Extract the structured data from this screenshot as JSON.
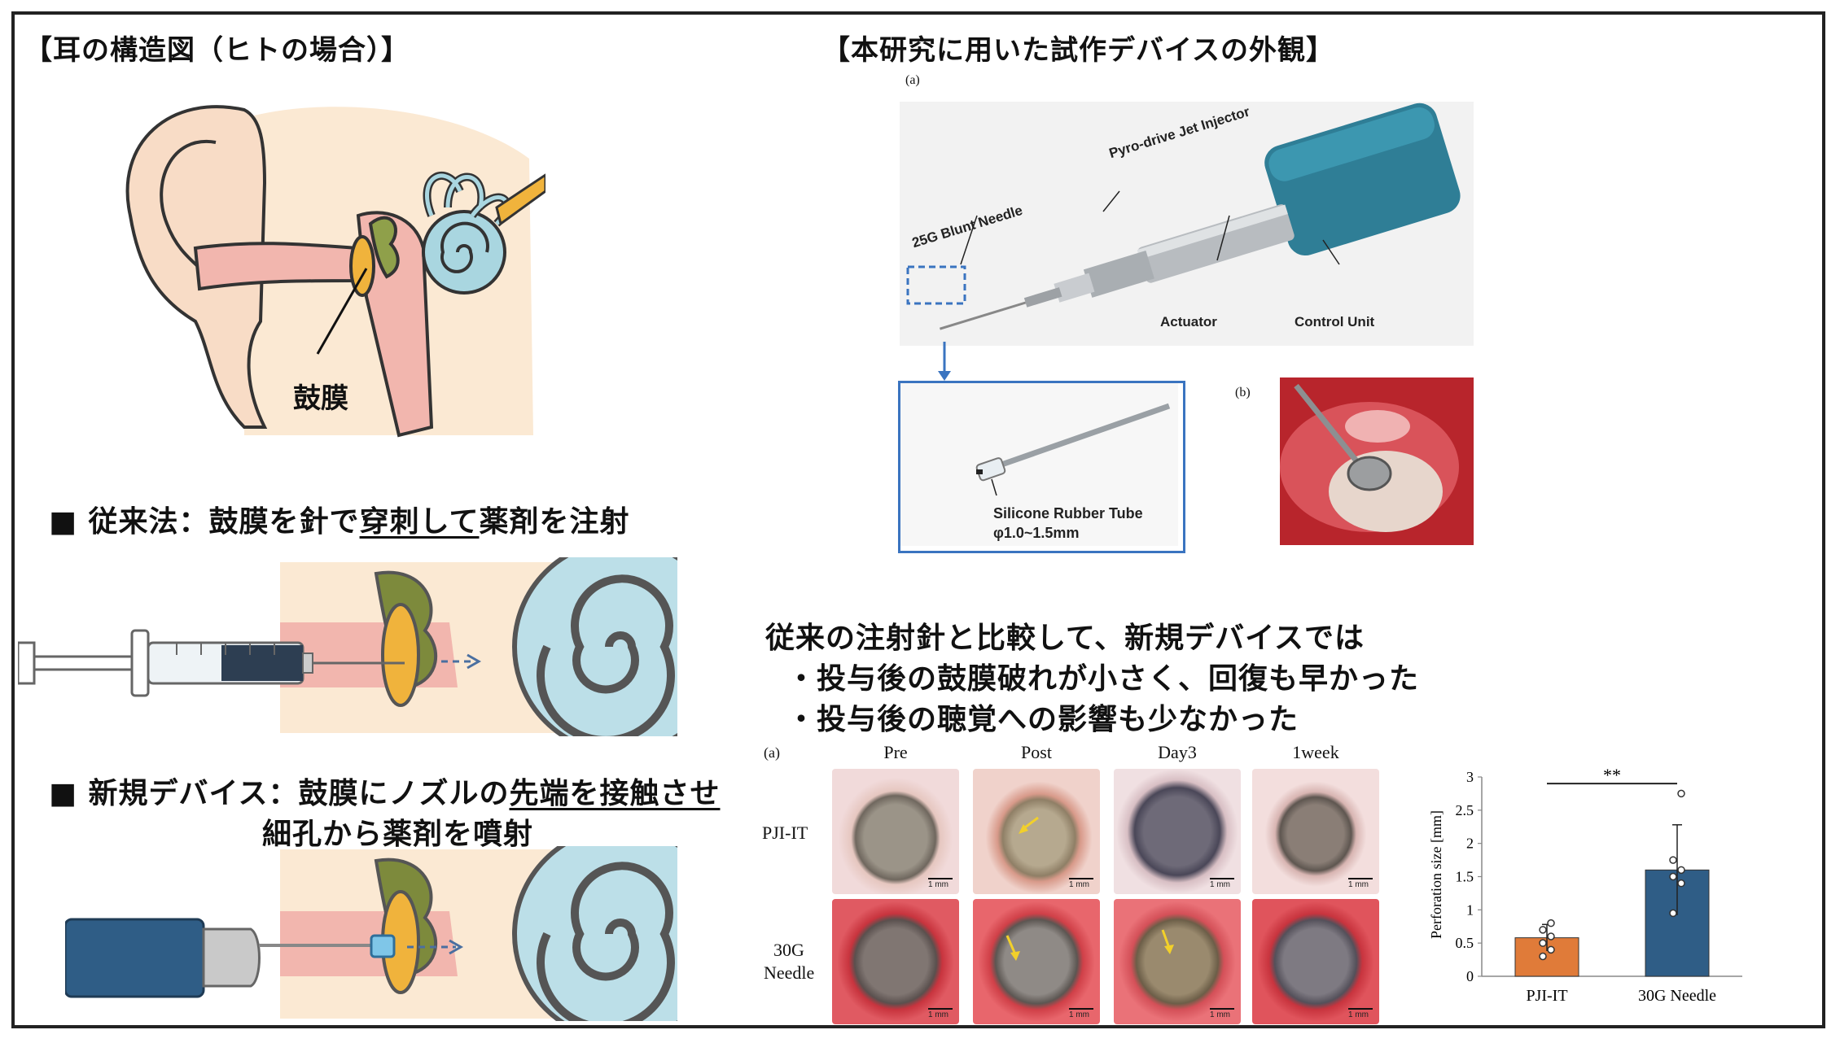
{
  "left": {
    "ear_title": "【耳の構造図（ヒトの場合）】",
    "eardrum_label": "鼓膜",
    "conventional": {
      "prefix": "■ 従来法：鼓膜を針で",
      "underlined": "穿刺して",
      "suffix": "薬剤を注射"
    },
    "new_device": {
      "prefix": "■ 新規デバイス：鼓膜にノズルの",
      "underlined": "先端を接触させ",
      "line2": "細孔から薬剤を噴射"
    }
  },
  "right": {
    "device_title": "【本研究に用いた試作デバイスの外観】",
    "panel_a": "(a)",
    "panel_b": "(b)",
    "labels": {
      "injector": "Pyro-drive Jet Injector",
      "needle": "25G Blunt Needle",
      "actuator": "Actuator",
      "control_unit": "Control Unit",
      "tube": "Silicone Rubber Tube",
      "tube_size": "φ1.0~1.5mm"
    },
    "summary": {
      "line1": "従来の注射針と比較して、新規デバイスでは",
      "line2": "・投与後の鼓膜破れが小さく、回復も早かった",
      "line3": "・投与後の聴覚への影響も少なかった"
    },
    "grid": {
      "panel": "(a)",
      "columns": [
        "Pre",
        "Post",
        "Day3",
        "1week"
      ],
      "row1": "PJI-IT",
      "row2_a": "30G",
      "row2_b": "Needle",
      "scale": "1 mm"
    }
  },
  "chart_data": {
    "type": "bar",
    "categories": [
      "PJI-IT",
      "30G Needle"
    ],
    "values": [
      0.58,
      1.6
    ],
    "errors": [
      0.2,
      0.68
    ],
    "points": [
      [
        0.3,
        0.4,
        0.5,
        0.6,
        0.7,
        0.8
      ],
      [
        0.95,
        1.4,
        1.5,
        1.6,
        1.75,
        2.75
      ]
    ],
    "colors": [
      "#e07b39",
      "#2f5d86"
    ],
    "ylabel": "Perforation size [mm]",
    "ylim": [
      0,
      3
    ],
    "yticks": [
      "0",
      "0.5",
      "1",
      "1.5",
      "2",
      "2.5",
      "3"
    ],
    "significance": "**",
    "grid": false
  }
}
